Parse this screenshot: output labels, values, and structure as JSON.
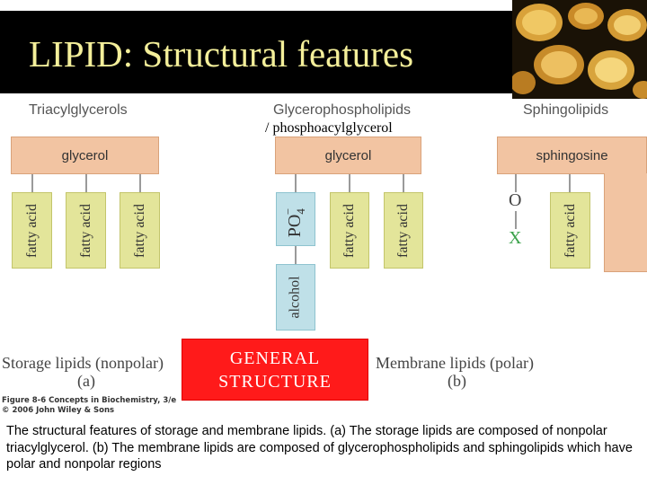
{
  "slide": {
    "title": "LIPID: Structural features",
    "general_label_line1": "GENERAL",
    "general_label_line2": "STRUCTURE",
    "description": "The structural features of storage and membrane lipids. (a) The storage lipids are composed of nonpolar triacylglycerol. (b) The membrane lipids are composed of glycerophospholipids and sphingolipids which have polar and nonpolar regions"
  },
  "figure": {
    "triacylglycerols": {
      "heading": "Triacylglycerols",
      "backbone": "glycerol",
      "chains": [
        "fatty acid",
        "fatty acid",
        "fatty acid"
      ]
    },
    "glycerophospholipids": {
      "heading": "Glycerophospholipids",
      "subheading": "/ phosphoacylglycerol",
      "backbone": "glycerol",
      "phosphate": "PO",
      "phosphate_sub": "4",
      "phosphate_sup": "−",
      "head_group": "alcohol",
      "chains": [
        "fatty acid",
        "fatty acid"
      ]
    },
    "sphingolipids": {
      "heading": "Sphingolipids",
      "backbone": "sphingosine",
      "linker_atom": "O",
      "linker_group": "X",
      "chains": [
        "fatty acid"
      ]
    },
    "storage_label": "Storage lipids (nonpolar)",
    "storage_letter": "(a)",
    "membrane_label": "Membrane lipids (polar)",
    "membrane_letter": "(b)",
    "fig_caption_line1": "Figure 8-6  Concepts in Biochemistry, 3/e",
    "fig_caption_line2": "© 2006 John Wiley & Sons"
  },
  "colors": {
    "title_bg": "#000000",
    "title_text": "#f4ef9a",
    "backbone": "#f2c4a2",
    "fatty_acid": "#e3e59a",
    "polar": "#bfe0e8",
    "x_group": "#3aa24a",
    "highlight": "#ff1a1a"
  }
}
